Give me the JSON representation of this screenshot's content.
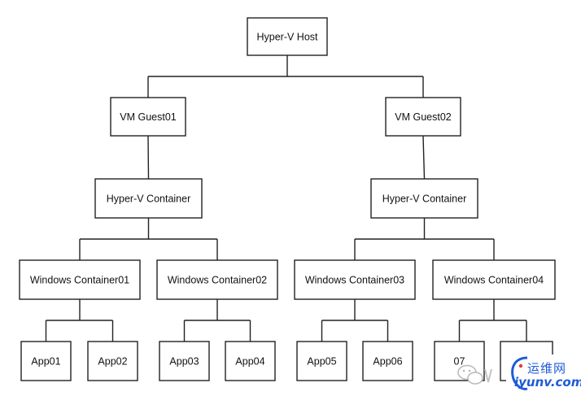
{
  "diagram": {
    "nodes": [
      {
        "id": "host",
        "label": "Hyper-V Host"
      },
      {
        "id": "vm1",
        "label": "VM Guest01"
      },
      {
        "id": "vm2",
        "label": "VM Guest02"
      },
      {
        "id": "hvc1",
        "label": "Hyper-V Container"
      },
      {
        "id": "hvc2",
        "label": "Hyper-V Container"
      },
      {
        "id": "wc1",
        "label": "Windows Container01"
      },
      {
        "id": "wc2",
        "label": "Windows Container02"
      },
      {
        "id": "wc3",
        "label": "Windows Container03"
      },
      {
        "id": "wc4",
        "label": "Windows Container04"
      },
      {
        "id": "app01",
        "label": "App01"
      },
      {
        "id": "app02",
        "label": "App02"
      },
      {
        "id": "app03",
        "label": "App03"
      },
      {
        "id": "app04",
        "label": "App04"
      },
      {
        "id": "app05",
        "label": "App05"
      },
      {
        "id": "app06",
        "label": "App06"
      },
      {
        "id": "app07",
        "label": "07"
      },
      {
        "id": "app08",
        "label": ""
      }
    ],
    "edges": [
      [
        "host",
        "vm1"
      ],
      [
        "host",
        "vm2"
      ],
      [
        "vm1",
        "hvc1"
      ],
      [
        "vm2",
        "hvc2"
      ],
      [
        "hvc1",
        "wc1"
      ],
      [
        "hvc1",
        "wc2"
      ],
      [
        "hvc2",
        "wc3"
      ],
      [
        "hvc2",
        "wc4"
      ],
      [
        "wc1",
        "app01"
      ],
      [
        "wc1",
        "app02"
      ],
      [
        "wc2",
        "app03"
      ],
      [
        "wc2",
        "app04"
      ],
      [
        "wc3",
        "app05"
      ],
      [
        "wc3",
        "app06"
      ],
      [
        "wc4",
        "app07"
      ],
      [
        "wc4",
        "app08"
      ]
    ]
  },
  "watermark": {
    "site_name": "运维网",
    "site_url": "iyunv.com",
    "logo_icon": "wechat-icon"
  }
}
